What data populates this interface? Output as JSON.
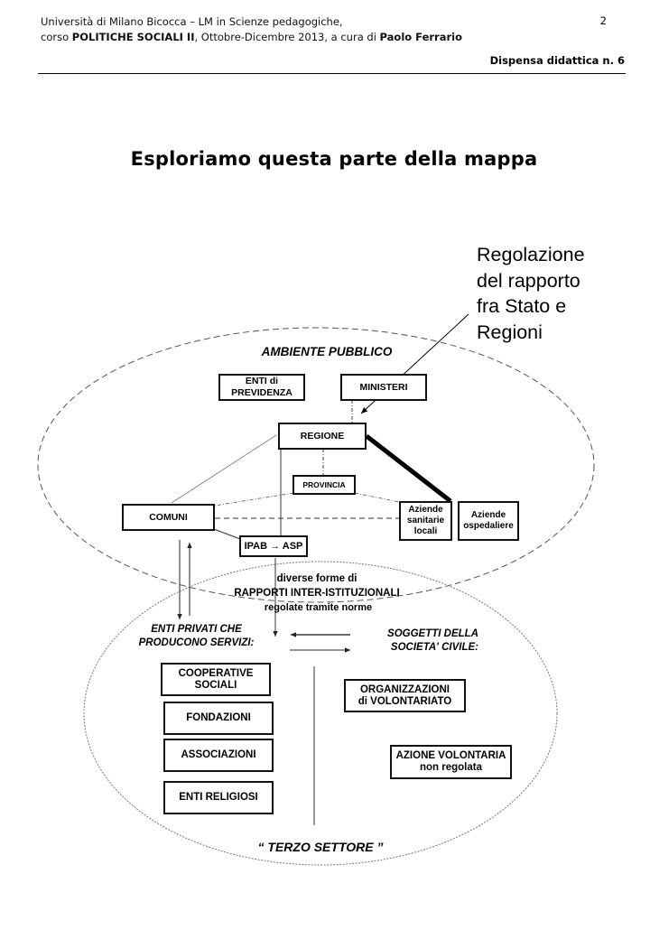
{
  "header": {
    "university": "Università di Milano Bicocca – LM in Scienze pedagogiche,",
    "course_prefix": "corso ",
    "course_name": "POLITICHE SOCIALI II",
    "course_period": ", Ottobre-Dicembre 2013,  a cura di ",
    "author": "Paolo Ferrario",
    "page_number": "2",
    "handout": "Dispensa didattica n. 6"
  },
  "title": "Esploriamo questa parte della mappa",
  "annotation": {
    "lines": [
      "Regolazione",
      "del rapporto",
      "fra Stato e",
      "Regioni"
    ]
  },
  "diagram": {
    "public_area_label": "AMBIENTE  PUBBLICO",
    "third_sector_label": "“ TERZO  SETTORE ”",
    "public_boxes": {
      "enti_previdenza": "ENTI di\nPREVIDENZA",
      "ministeri": "MINISTERI",
      "regione": "REGIONE",
      "provincia": "PROVINCIA",
      "comuni": "COMUNI",
      "ipab_asp": "IPAB → ASP",
      "aziende_sanitarie": "Aziende\nsanitarie\nlocali",
      "aziende_ospedaliere": "Aziende\nospedaliere"
    },
    "inter_institutional": {
      "line1": "diverse forme di",
      "line2": "RAPPORTI INTER-ISTITUZIONALI",
      "line3": "regolate tramite norme"
    },
    "private_label": "ENTI  PRIVATI  CHE\nPRODUCONO  SERVIZI:",
    "civil_label": "SOGGETTI DELLA\nSOCIETA' CIVILE:",
    "private_boxes": [
      "COOPERATIVE\nSOCIALI",
      "FONDAZIONI",
      "ASSOCIAZIONI",
      "ENTI RELIGIOSI"
    ],
    "civil_boxes": {
      "organizzazioni": "ORGANIZZAZIONI\ndi  VOLONTARIATO",
      "azione": "AZIONE VOLONTARIA\nnon regolata"
    }
  }
}
